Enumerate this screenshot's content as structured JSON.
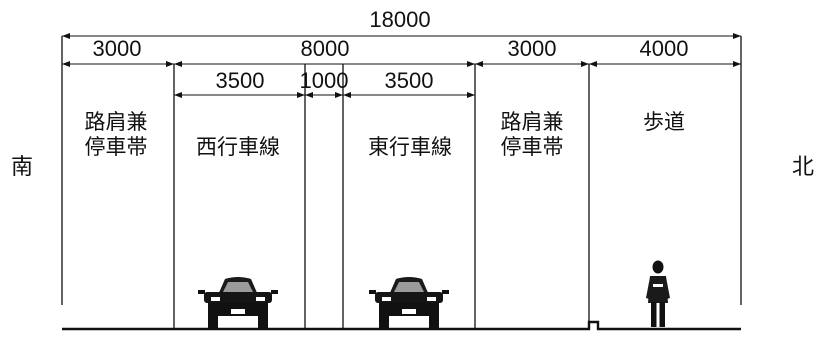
{
  "dimensions": {
    "total": "18000",
    "shoulder_south": "3000",
    "carriageway": "8000",
    "shoulder_north": "3000",
    "sidewalk": "4000",
    "westbound_lane": "3500",
    "median": "1000",
    "eastbound_lane": "3500"
  },
  "labels": {
    "shoulder_south": [
      "路肩兼",
      "停車帯"
    ],
    "westbound_lane": "西行車線",
    "eastbound_lane": "東行車線",
    "shoulder_north": [
      "路肩兼",
      "停車帯"
    ],
    "sidewalk": "歩道"
  },
  "directions": {
    "south": "南",
    "north": "北"
  },
  "icons": [
    "car-front-icon",
    "car-front-icon",
    "pedestrian-icon"
  ]
}
